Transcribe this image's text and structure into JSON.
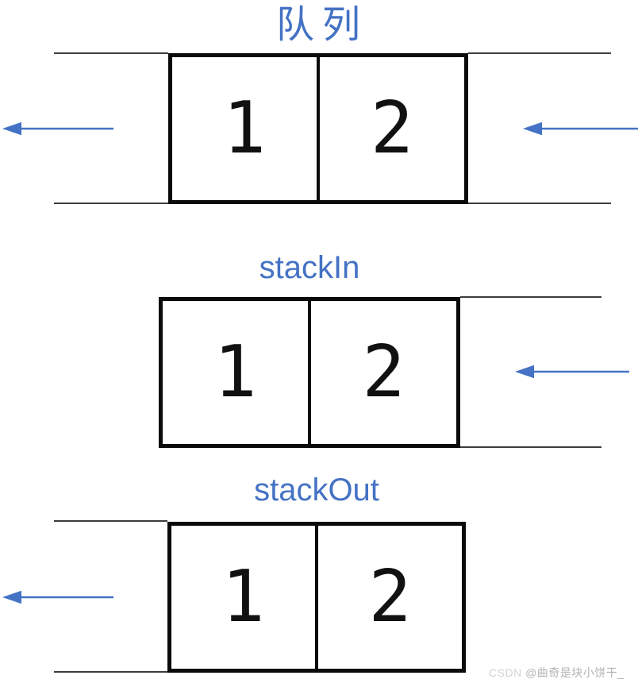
{
  "colors": {
    "accent_blue": "#4472C4",
    "line_black": "#0a0a0a",
    "rail_gray": "#3d3d3d",
    "watermark_brand_gray": "#d2d2d2",
    "watermark_author_gray": "#b3b3b3"
  },
  "figure": {
    "sections": [
      {
        "id": "queue",
        "title": "队列",
        "cells": [
          "1",
          "2"
        ],
        "arrow_icons": [
          "left-arrow-icon",
          "left-arrow-icon"
        ]
      },
      {
        "id": "stackIn",
        "title": "stackIn",
        "cells": [
          "1",
          "2"
        ],
        "arrow_icons": [
          "left-arrow-icon"
        ]
      },
      {
        "id": "stackOut",
        "title": "stackOut",
        "cells": [
          "1",
          "2"
        ],
        "arrow_icons": [
          "left-arrow-icon"
        ]
      }
    ]
  },
  "watermark": {
    "brand": "CSDN",
    "author": "@曲奇是块小饼干_"
  }
}
